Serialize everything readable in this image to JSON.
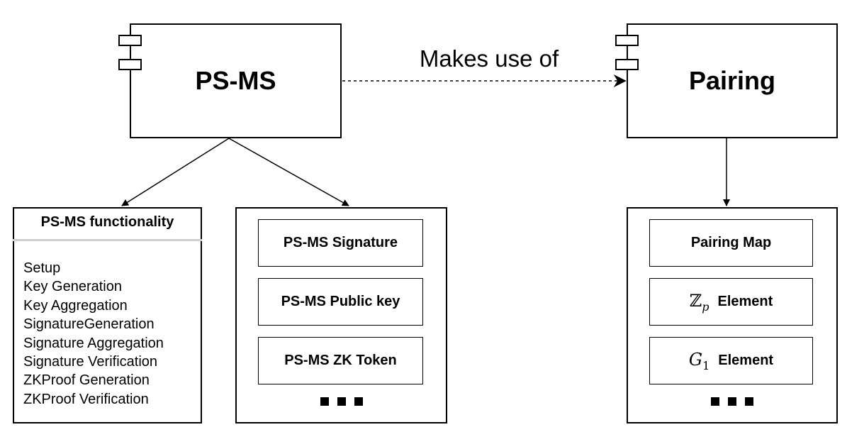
{
  "edge_label": "Makes use of",
  "components": {
    "psms": {
      "title": "PS-MS"
    },
    "pairing": {
      "title": "Pairing"
    }
  },
  "functionality": {
    "header": "PS-MS functionality",
    "items": [
      "Setup",
      "Key Generation",
      "Key Aggregation",
      "SignatureGeneration",
      "Signature Aggregation",
      "Signature Verification",
      "ZKProof Generation",
      "ZKProof Verification"
    ]
  },
  "psms_types": {
    "items": [
      "PS-MS Signature",
      "PS-MS Public key",
      "PS-MS ZK Token"
    ]
  },
  "pairing_types": {
    "map": "Pairing Map",
    "zp_symbol": "ℤ",
    "zp_sub": "p",
    "g1_symbol": "G",
    "g1_sub": "1",
    "element_label": "Element"
  }
}
